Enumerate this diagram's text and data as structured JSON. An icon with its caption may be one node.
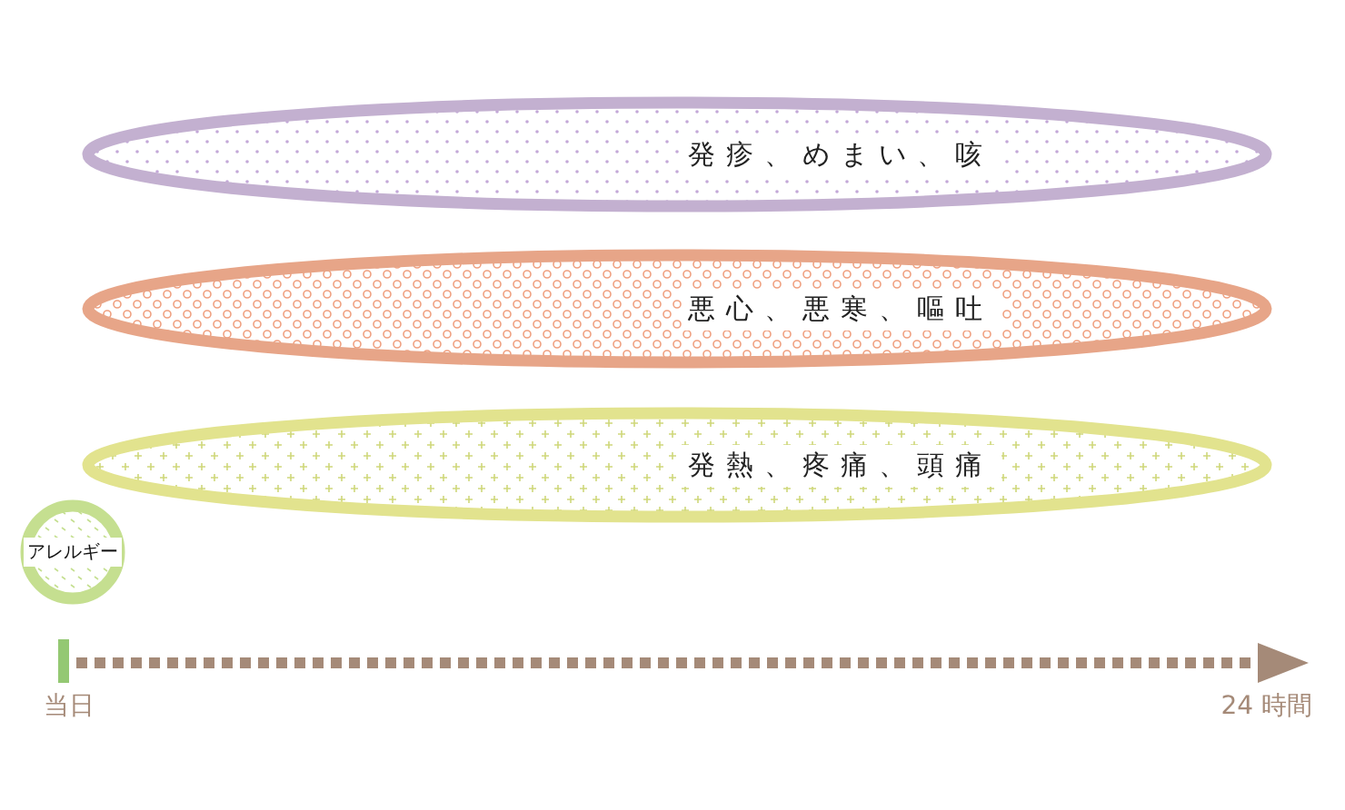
{
  "diagram": {
    "nodes": [
      {
        "text": [
          "発疹、めまい、咳"
        ]
      },
      {
        "text": [
          "悪心、悪寒、嘔吐"
        ]
      },
      {
        "text": [
          "発熱、疼痛、頭痛"
        ]
      },
      {
        "text": [
          "アレルギー"
        ]
      }
    ],
    "labels": [
      "当日",
      "24 時間"
    ]
  }
}
